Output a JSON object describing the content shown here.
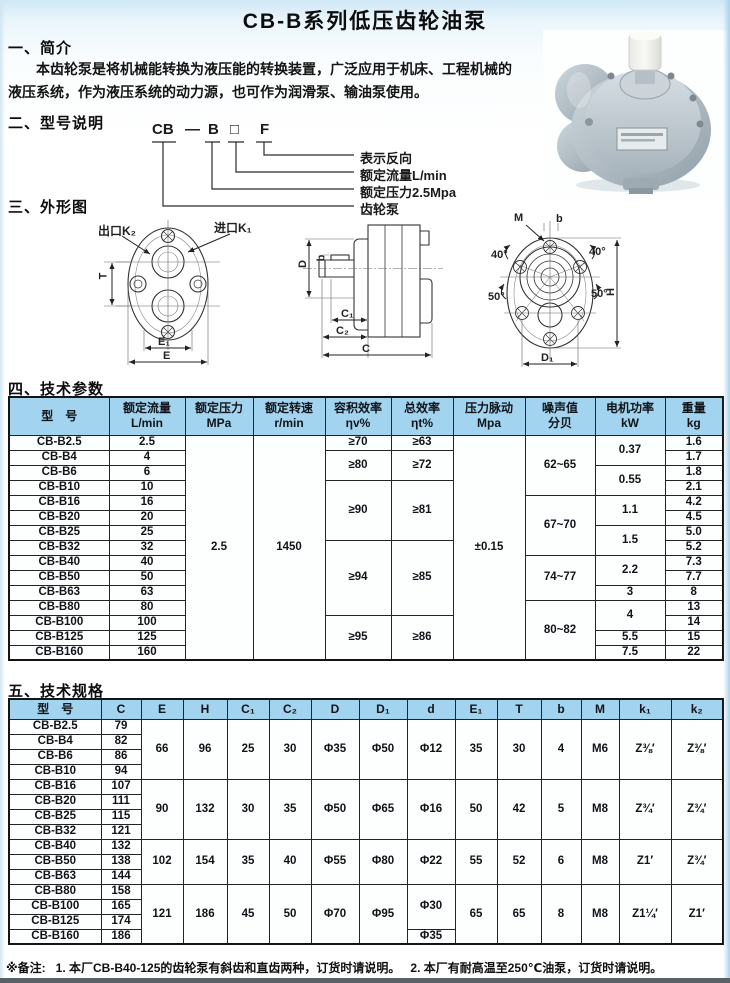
{
  "title": "CB-B系列低压齿轮油泵",
  "intro": {
    "heading": "一、简介",
    "text": "本齿轮泵是将机械能转换为液压能的转换装置，广泛应用于机床、工程机械的液压系统，作为液压系统的动力源，也可作为润滑泵、输油泵使用。"
  },
  "model_section": {
    "heading": "二、型号说明",
    "code_parts": [
      "CB",
      "—",
      "B",
      "□",
      "F"
    ],
    "labels": [
      "表示反向",
      "额定流量L/min",
      "额定压力2.5Mpa",
      "齿轮泵"
    ]
  },
  "outline_section": {
    "heading": "三、外形图",
    "front_view": {
      "outlet": "出口K₂",
      "inlet": "进口K₁",
      "t": "T",
      "e1": "E₁",
      "e": "E"
    },
    "side_view": {
      "d": "D",
      "b": "b",
      "c1": "C₁",
      "c2": "C₂",
      "c": "C"
    },
    "back_view": {
      "m": "M",
      "b": "b",
      "a40l": "40°",
      "a40r": "40°",
      "a50l": "50°",
      "a50r": "50°",
      "h": "H",
      "d1": "D₁"
    }
  },
  "params_table": {
    "heading": "四、技术参数",
    "headers": [
      "型　号",
      "额定流量\nL/min",
      "额定压力\nMPa",
      "额定转速\nr/min",
      "容积效率\nηv%",
      "总效率\nηt%",
      "压力脉动\nMpa",
      "噪声值\n分贝",
      "电机功率\nkW",
      "重量\nkg"
    ],
    "rows": [
      [
        {
          "v": "CB-B2.5"
        },
        {
          "v": "2.5"
        },
        {
          "v": "2.5",
          "rs": 15
        },
        {
          "v": "1450",
          "rs": 15
        },
        {
          "v": "≥70"
        },
        {
          "v": "≥63"
        },
        {
          "v": "±0.15",
          "rs": 15
        },
        {
          "v": "62~65",
          "rs": 4
        },
        {
          "v": "0.37",
          "rs": 2
        },
        {
          "v": "1.6"
        }
      ],
      [
        {
          "v": "CB-B4"
        },
        {
          "v": "4"
        },
        {
          "v": "≥80",
          "rs": 2
        },
        {
          "v": "≥72",
          "rs": 2
        },
        {
          "v": "1.7"
        }
      ],
      [
        {
          "v": "CB-B6"
        },
        {
          "v": "6"
        },
        {
          "v": "0.55",
          "rs": 2
        },
        {
          "v": "1.8"
        }
      ],
      [
        {
          "v": "CB-B10"
        },
        {
          "v": "10"
        },
        {
          "v": "≥90",
          "rs": 4
        },
        {
          "v": "≥81",
          "rs": 4
        },
        {
          "v": "2.1"
        }
      ],
      [
        {
          "v": "CB-B16"
        },
        {
          "v": "16"
        },
        {
          "v": "67~70",
          "rs": 4
        },
        {
          "v": "1.1",
          "rs": 2
        },
        {
          "v": "4.2"
        }
      ],
      [
        {
          "v": "CB-B20"
        },
        {
          "v": "20"
        },
        {
          "v": "4.5"
        }
      ],
      [
        {
          "v": "CB-B25"
        },
        {
          "v": "25"
        },
        {
          "v": "1.5",
          "rs": 2
        },
        {
          "v": "5.0"
        }
      ],
      [
        {
          "v": "CB-B32"
        },
        {
          "v": "32"
        },
        {
          "v": "≥94",
          "rs": 5
        },
        {
          "v": "≥85",
          "rs": 5
        },
        {
          "v": "5.2"
        }
      ],
      [
        {
          "v": "CB-B40"
        },
        {
          "v": "40"
        },
        {
          "v": "74~77",
          "rs": 3
        },
        {
          "v": "2.2",
          "rs": 2
        },
        {
          "v": "7.3"
        }
      ],
      [
        {
          "v": "CB-B50"
        },
        {
          "v": "50"
        },
        {
          "v": "7.7"
        }
      ],
      [
        {
          "v": "CB-B63"
        },
        {
          "v": "63"
        },
        {
          "v": "3"
        },
        {
          "v": "8"
        }
      ],
      [
        {
          "v": "CB-B80"
        },
        {
          "v": "80"
        },
        {
          "v": "80~82",
          "rs": 4
        },
        {
          "v": "4",
          "rs": 2
        },
        {
          "v": "13"
        }
      ],
      [
        {
          "v": "CB-B100"
        },
        {
          "v": "100"
        },
        {
          "v": "≥95",
          "rs": 3
        },
        {
          "v": "≥86",
          "rs": 3
        },
        {
          "v": "14"
        }
      ],
      [
        {
          "v": "CB-B125"
        },
        {
          "v": "125"
        },
        {
          "v": "5.5"
        },
        {
          "v": "15"
        }
      ],
      [
        {
          "v": "CB-B160"
        },
        {
          "v": "160"
        },
        {
          "v": "7.5"
        },
        {
          "v": "22"
        }
      ]
    ]
  },
  "specs_table": {
    "heading": "五、技术规格",
    "headers": [
      "型　号",
      "C",
      "E",
      "H",
      "C₁",
      "C₂",
      "D",
      "D₁",
      "d",
      "E₁",
      "T",
      "b",
      "M",
      "k₁",
      "k₂"
    ],
    "rows": [
      [
        {
          "v": "CB-B2.5"
        },
        {
          "v": "79"
        },
        {
          "v": "66",
          "rs": 4
        },
        {
          "v": "96",
          "rs": 4
        },
        {
          "v": "25",
          "rs": 4
        },
        {
          "v": "30",
          "rs": 4
        },
        {
          "v": "Φ35",
          "rs": 4
        },
        {
          "v": "Φ50",
          "rs": 4
        },
        {
          "v": "Φ12",
          "rs": 4
        },
        {
          "v": "35",
          "rs": 4
        },
        {
          "v": "30",
          "rs": 4
        },
        {
          "v": "4",
          "rs": 4
        },
        {
          "v": "M6",
          "rs": 4
        },
        {
          "v": "Z⅜′",
          "rs": 4
        },
        {
          "v": "Z⅜′",
          "rs": 4
        }
      ],
      [
        {
          "v": "CB-B4"
        },
        {
          "v": "82"
        }
      ],
      [
        {
          "v": "CB-B6"
        },
        {
          "v": "86"
        }
      ],
      [
        {
          "v": "CB-B10"
        },
        {
          "v": "94"
        }
      ],
      [
        {
          "v": "CB-B16"
        },
        {
          "v": "107"
        },
        {
          "v": "90",
          "rs": 4
        },
        {
          "v": "132",
          "rs": 4
        },
        {
          "v": "30",
          "rs": 4
        },
        {
          "v": "35",
          "rs": 4
        },
        {
          "v": "Φ50",
          "rs": 4
        },
        {
          "v": "Φ65",
          "rs": 4
        },
        {
          "v": "Φ16",
          "rs": 4
        },
        {
          "v": "50",
          "rs": 4
        },
        {
          "v": "42",
          "rs": 4
        },
        {
          "v": "5",
          "rs": 4
        },
        {
          "v": "M8",
          "rs": 4
        },
        {
          "v": "Z¾′",
          "rs": 4
        },
        {
          "v": "Z¾′",
          "rs": 4
        }
      ],
      [
        {
          "v": "CB-B20"
        },
        {
          "v": "111"
        }
      ],
      [
        {
          "v": "CB-B25"
        },
        {
          "v": "115"
        }
      ],
      [
        {
          "v": "CB-B32"
        },
        {
          "v": "121"
        }
      ],
      [
        {
          "v": "CB-B40"
        },
        {
          "v": "132"
        },
        {
          "v": "102",
          "rs": 3
        },
        {
          "v": "154",
          "rs": 3
        },
        {
          "v": "35",
          "rs": 3
        },
        {
          "v": "40",
          "rs": 3
        },
        {
          "v": "Φ55",
          "rs": 3
        },
        {
          "v": "Φ80",
          "rs": 3
        },
        {
          "v": "Φ22",
          "rs": 3
        },
        {
          "v": "55",
          "rs": 3
        },
        {
          "v": "52",
          "rs": 3
        },
        {
          "v": "6",
          "rs": 3
        },
        {
          "v": "M8",
          "rs": 3
        },
        {
          "v": "Z1′",
          "rs": 3
        },
        {
          "v": "Z¾′",
          "rs": 3
        }
      ],
      [
        {
          "v": "CB-B50"
        },
        {
          "v": "138"
        }
      ],
      [
        {
          "v": "CB-B63"
        },
        {
          "v": "144"
        }
      ],
      [
        {
          "v": "CB-B80"
        },
        {
          "v": "158"
        },
        {
          "v": "121",
          "rs": 4
        },
        {
          "v": "186",
          "rs": 4
        },
        {
          "v": "45",
          "rs": 4
        },
        {
          "v": "50",
          "rs": 4
        },
        {
          "v": "Φ70",
          "rs": 4
        },
        {
          "v": "Φ95",
          "rs": 4
        },
        {
          "v": "Φ30",
          "rs": 3
        },
        {
          "v": "65",
          "rs": 4
        },
        {
          "v": "65",
          "rs": 4
        },
        {
          "v": "8",
          "rs": 4
        },
        {
          "v": "M8",
          "rs": 4
        },
        {
          "v": "Z1¼′",
          "rs": 4
        },
        {
          "v": "Z1′",
          "rs": 4
        }
      ],
      [
        {
          "v": "CB-B100"
        },
        {
          "v": "165"
        }
      ],
      [
        {
          "v": "CB-B125"
        },
        {
          "v": "174"
        }
      ],
      [
        {
          "v": "CB-B160"
        },
        {
          "v": "186"
        },
        {
          "v": "Φ35"
        }
      ]
    ]
  },
  "notes": {
    "prefix": "※备注:",
    "note1": "1. 本厂CB-B40-125的齿轮泵有斜齿和直齿两种，订货时请说明。",
    "note2": "2. 本厂有耐高温至250℃油泵，订货时请说明。"
  },
  "colors": {
    "header_bg": "#a2d3ef",
    "border": "#232323",
    "accent_strip": "#a9d2ec"
  }
}
